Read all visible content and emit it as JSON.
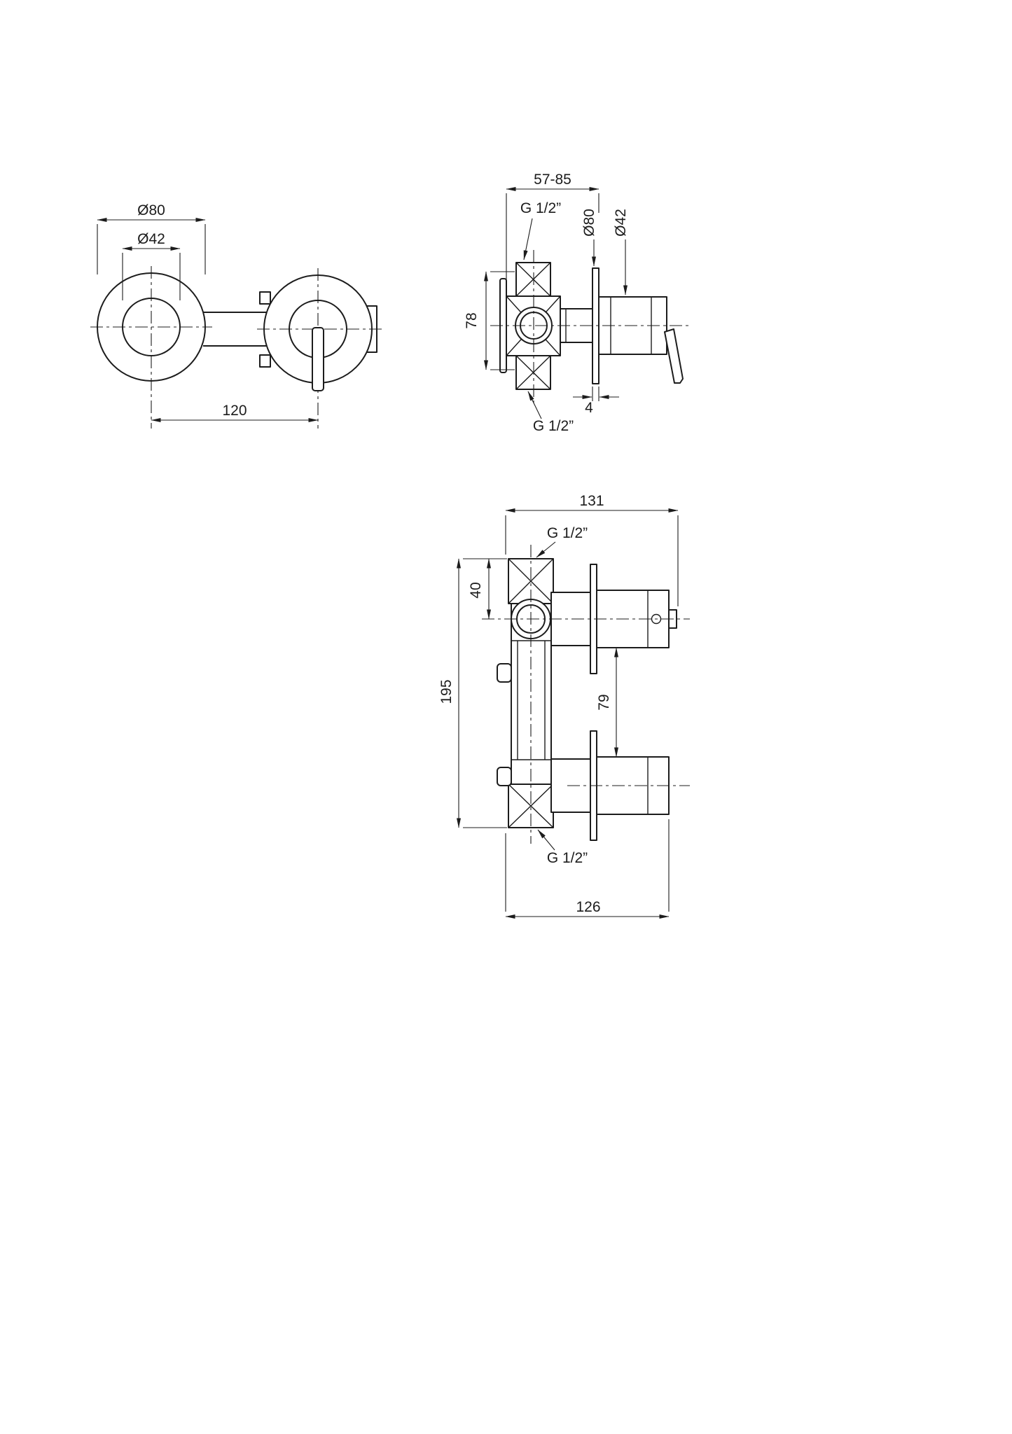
{
  "colors": {
    "background": "#ffffff",
    "line": "#1c1c1c"
  },
  "front_view": {
    "outer_diameter": "Ø80",
    "inner_diameter": "Ø42",
    "center_distance": "120"
  },
  "side_view": {
    "depth_range": "57-85",
    "top_connection": "G 1/2”",
    "plate_diameter": "Ø80",
    "handle_diameter": "Ø42",
    "body_height": "78",
    "plate_thickness": "4",
    "bottom_connection": "G 1/2”"
  },
  "section_view": {
    "overall_width": "131",
    "top_connection": "G 1/2”",
    "inlet_offset": "40",
    "overall_height": "195",
    "outlet_spacing": "79",
    "bottom_connection": "G 1/2”",
    "bottom_width": "126"
  }
}
